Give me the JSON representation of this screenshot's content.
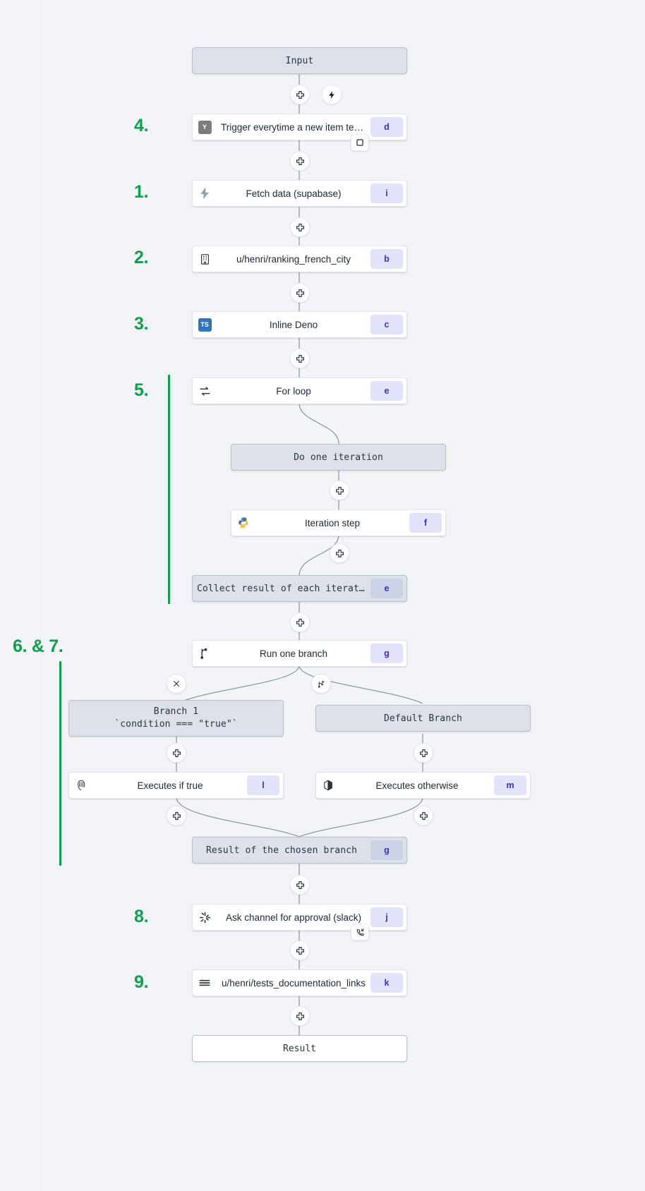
{
  "canvas": {
    "background": "#f2f4f7",
    "accent_green": "#0aa14a",
    "badge_bg": "#e3e3fb",
    "badge_fg": "#3730c6",
    "grey_node_bg": "#dde2ea"
  },
  "annotations": [
    {
      "text": "4.",
      "name": "annotation-4"
    },
    {
      "text": "1.",
      "name": "annotation-1"
    },
    {
      "text": "2.",
      "name": "annotation-2"
    },
    {
      "text": "3.",
      "name": "annotation-3"
    },
    {
      "text": "5.",
      "name": "annotation-5"
    },
    {
      "text": "6. & 7.",
      "name": "annotation-6-and-7"
    },
    {
      "text": "8.",
      "name": "annotation-8"
    },
    {
      "text": "9.",
      "name": "annotation-9"
    }
  ],
  "nodes": {
    "input": {
      "label": "Input",
      "badge": "",
      "icon": ""
    },
    "trigger": {
      "label": "Trigger everytime a new item text o…",
      "badge": "d",
      "icon": "yaml-icon"
    },
    "fetch_data": {
      "label": "Fetch data (supabase)",
      "badge": "i",
      "icon": "supabase-icon"
    },
    "ranking_city": {
      "label": "u/henri/ranking_french_city",
      "badge": "b",
      "icon": "building-icon"
    },
    "inline_deno": {
      "label": "Inline Deno",
      "badge": "c",
      "icon": "typescript-icon"
    },
    "for_loop": {
      "label": "For loop",
      "badge": "e",
      "icon": "loop-icon"
    },
    "do_one_iteration": {
      "label": "Do one iteration",
      "badge": "",
      "icon": ""
    },
    "iteration_step": {
      "label": "Iteration step",
      "badge": "f",
      "icon": "python-icon"
    },
    "collect_result": {
      "label": "Collect result of each iteration",
      "badge": "e",
      "icon": ""
    },
    "run_one_branch": {
      "label": "Run one branch",
      "badge": "g",
      "icon": "branch-icon"
    },
    "branch_1": {
      "label_line1": "Branch 1",
      "label_line2": "`condition === \"true\"`",
      "badge": "",
      "icon": ""
    },
    "default_branch": {
      "label": "Default Branch",
      "badge": "",
      "icon": ""
    },
    "executes_if_true": {
      "label": "Executes if true",
      "badge": "l",
      "icon": "postgres-icon"
    },
    "executes_otherwise": {
      "label": "Executes otherwise",
      "badge": "m",
      "icon": "docker-icon"
    },
    "branch_result": {
      "label": "Result of the chosen branch",
      "badge": "g",
      "icon": ""
    },
    "ask_approval": {
      "label": "Ask channel for approval (slack)",
      "badge": "j",
      "icon": "slack-icon"
    },
    "tests_docs": {
      "label": "u/henri/tests_documentation_links",
      "badge": "k",
      "icon": "flow-icon"
    },
    "result": {
      "label": "Result",
      "badge": "",
      "icon": ""
    }
  },
  "controls": {
    "add_step": "add-step-handle",
    "trigger_bolt": "lightning-bolt-button",
    "trigger_stop": "stop-square-button",
    "approval_phone": "phone-callback-button",
    "branch_remove": "remove-branch-button",
    "branch_add": "add-branch-button"
  }
}
